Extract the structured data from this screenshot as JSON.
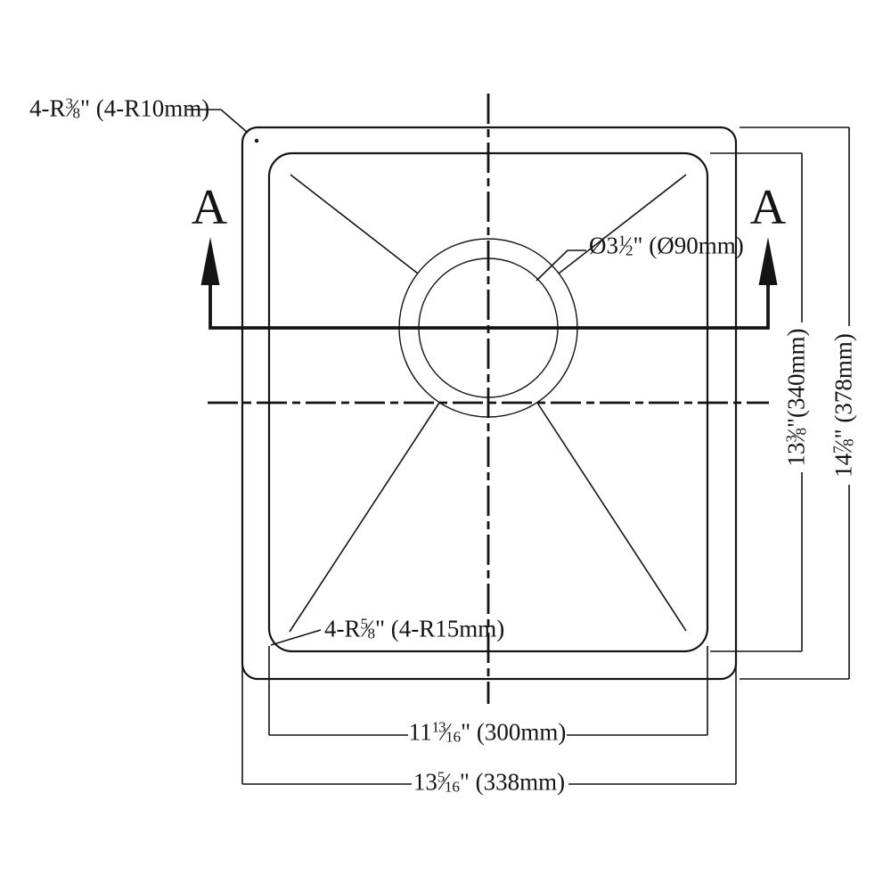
{
  "drawing": {
    "background": "#ffffff",
    "line_color": "#141414",
    "labels": {
      "corner_radius_outer": {
        "prefix": "4-R",
        "num": "3",
        "slash": "⁄",
        "den": "8",
        "suffix": "\" (4-R10mm)"
      },
      "drain_diameter": {
        "prefix": "Ø3",
        "num": "1",
        "slash": "⁄",
        "den": "2",
        "suffix": "\" (Ø90mm)"
      },
      "corner_radius_inner": {
        "prefix": "4-R",
        "num": "5",
        "slash": "⁄",
        "den": "8",
        "suffix": "\" (4-R15mm)"
      },
      "section_marker_left": "A",
      "section_marker_right": "A"
    },
    "dimensions": {
      "bowl_width": {
        "prefix": "11",
        "num": "13",
        "slash": "⁄",
        "den": "16",
        "suffix": "\" (300mm)"
      },
      "overall_width": {
        "prefix": "13",
        "num": "5",
        "slash": "⁄",
        "den": "16",
        "suffix": "\" (338mm)"
      },
      "bowl_depth": {
        "prefix": "13",
        "num": "3",
        "slash": "⁄",
        "den": "8",
        "suffix": "\"(340mm)"
      },
      "overall_depth": {
        "prefix": "14",
        "num": "7",
        "slash": "⁄",
        "den": "8",
        "suffix": "\" (378mm)"
      }
    }
  }
}
